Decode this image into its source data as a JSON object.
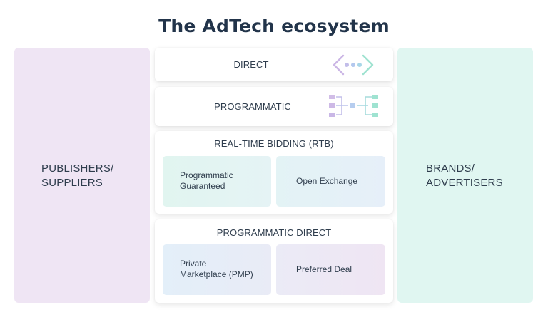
{
  "title": "The AdTech ecosystem",
  "left_panel": {
    "line1": "PUBLISHERS/",
    "line2": "SUPPLIERS",
    "color": "#efe5f4"
  },
  "right_panel": {
    "line1": "BRANDS/",
    "line2": "ADVERTISERS",
    "color": "#e0f6f1"
  },
  "center": {
    "direct": {
      "label": "DIRECT",
      "icon": "code-arrows-icon"
    },
    "programmatic": {
      "label": "PROGRAMMATIC",
      "icon": "hierarchy-flow-icon"
    },
    "rtb": {
      "label": "REAL-TIME BIDDING (RTB)",
      "items": [
        {
          "line1": "Programmatic",
          "line2": "Guaranteed"
        },
        {
          "line1": "Open Exchange"
        }
      ]
    },
    "programmatic_direct": {
      "label": "PROGRAMMATIC DIRECT",
      "items": [
        {
          "line1": "Private",
          "line2": "Marketplace (PMP)"
        },
        {
          "line1": "Preferred Deal"
        }
      ]
    }
  },
  "colors": {
    "title": "#22344a",
    "text": "#2f3d4d",
    "lavender": "#c9b3e3",
    "periwinkle": "#b3c4ec",
    "mint": "#9ee0cf"
  }
}
